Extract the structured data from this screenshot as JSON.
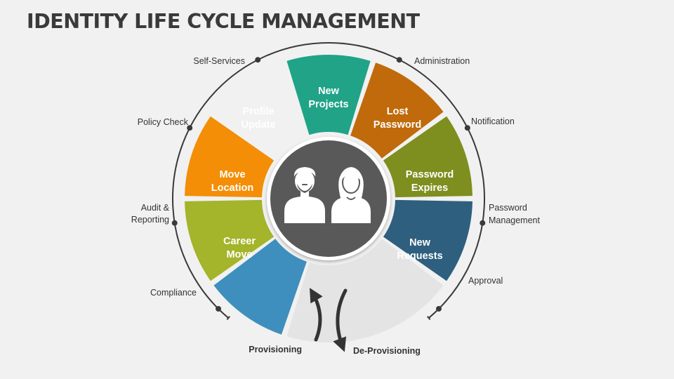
{
  "title": "IDENTITY LIFE CYCLE MANAGEMENT",
  "segments": [
    {
      "line1": "New",
      "line2": "Projects",
      "color": "#21a387"
    },
    {
      "line1": "Lost",
      "line2": "Password",
      "color": "#c06a0b"
    },
    {
      "line1": "Password",
      "line2": "Expires",
      "color": "#7e8e1f"
    },
    {
      "line1": "New",
      "line2": "Requests",
      "color": "#2e5f7e"
    },
    {
      "line1": "Career",
      "line2": "Move",
      "color": "#3e8fbd"
    },
    {
      "line1": "Move",
      "line2": "Location",
      "color": "#a4b42b"
    },
    {
      "line1": "Profile",
      "line2": "Update",
      "color": "#f38e06"
    }
  ],
  "outer_labels": {
    "self_services": "Self-Services",
    "administration": "Administration",
    "policy_check": "Policy Check",
    "notification": "Notification",
    "audit_line1": "Audit &",
    "audit_line2": "Reporting",
    "password_mgmt_line1": "Password",
    "password_mgmt_line2": "Management",
    "compliance": "Compliance",
    "approval": "Approval"
  },
  "flow": {
    "provisioning": "Provisioning",
    "deprovisioning": "De-Provisioning"
  },
  "colors": {
    "center_disc": "#595959",
    "gray_band": "#e4e4e4",
    "ring": "#3a3a3a"
  },
  "icons": [
    "man-icon",
    "woman-icon"
  ]
}
